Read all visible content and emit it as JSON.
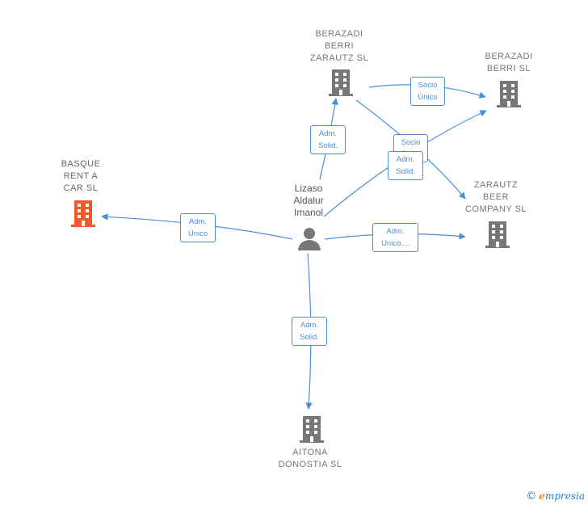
{
  "colors": {
    "edge": "#4a8fd6",
    "building_default": "#777777",
    "building_focus": "#f05a28",
    "person": "#777777"
  },
  "nodes": {
    "basque": {
      "label": "BASQUE\nRENT A\nCAR  SL",
      "icon": "building-icon"
    },
    "berazadi_zarautz": {
      "label": "BERAZADI\nBERRI\nZARAUTZ  SL",
      "icon": "building-icon"
    },
    "berazadi_berri": {
      "label": "BERAZADI\nBERRI  SL",
      "icon": "building-icon"
    },
    "zarautz_beer": {
      "label": "ZARAUTZ\nBEER\nCOMPANY  SL",
      "icon": "building-icon"
    },
    "aitona": {
      "label": "AITONA\nDONOSTIA  SL",
      "icon": "building-icon"
    },
    "lizaso": {
      "label": "Lizaso\nAldalur\nImanol",
      "icon": "person-icon"
    }
  },
  "edges": {
    "to_basque": "Adm.\nUnico",
    "to_berazadi_zarautz": "Adm.\nSolid.",
    "bz_to_berazadi_berri": "Socio\nÚnico",
    "bz_to_zarautz_beer": "Socio\nÚnico",
    "to_berazadi_berri": "Adm.\nSolid.",
    "to_zarautz_beer": "Adm.\nUnico,...",
    "to_aitona": "Adm.\nSolid."
  },
  "footer": {
    "copyright": "©",
    "brand_first": "e",
    "brand_rest": "mpresia"
  }
}
